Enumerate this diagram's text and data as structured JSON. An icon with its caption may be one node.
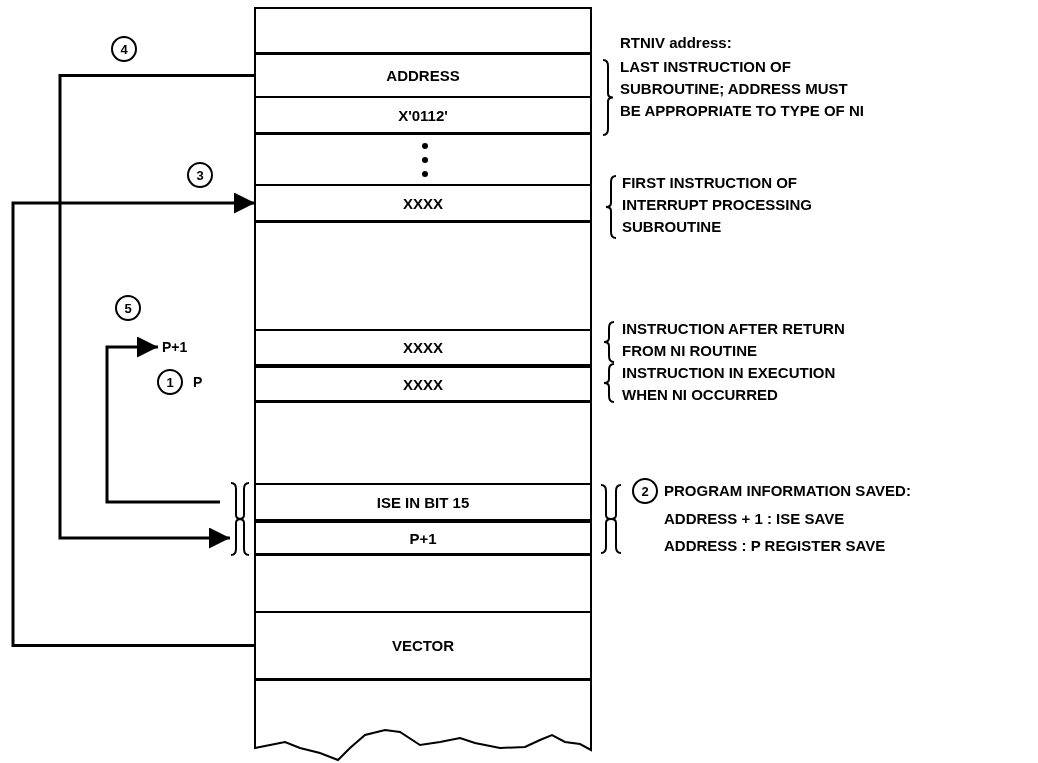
{
  "diagram": {
    "nodes": [
      {
        "text": [
          "ADDRESS"
        ]
      },
      {
        "text": [
          "X'0112'"
        ]
      },
      {
        "text": [
          "XXXX"
        ]
      },
      {
        "text": [
          "XXXX"
        ]
      },
      {
        "text": [
          "XXXX"
        ]
      },
      {
        "text": [
          "ISE IN BIT 15"
        ]
      },
      {
        "text": [
          "P+1"
        ]
      },
      {
        "text": [
          "VECTOR"
        ]
      },
      {
        "text": [
          "P+1"
        ]
      },
      {
        "text": [
          "P"
        ]
      }
    ],
    "edges": [
      {
        "from": 7,
        "to": 2,
        "arrow": "to"
      },
      {
        "from": 0,
        "to": 6,
        "arrow": "to"
      },
      {
        "from": 5,
        "to": 8,
        "arrow": "to"
      }
    ],
    "labels": [
      "4",
      "RTNIV address:",
      "LAST INSTRUCTION OF SUBROUTINE; ADDRESS MUST BE APPROPRIATE TO TYPE OF NI",
      "3",
      "FIRST INSTRUCTION OF INTERRUPT PROCESSING SUBROUTINE",
      "5",
      "INSTRUCTION AFTER RETURN FROM NI ROUTINE",
      "1",
      "INSTRUCTION IN EXECUTION WHEN NI OCCURRED",
      "2",
      "PROGRAM INFORMATION SAVED:",
      "ADDRESS + 1 : ISE SAVE",
      "ADDRESS : P REGISTER SAVE"
    ]
  }
}
